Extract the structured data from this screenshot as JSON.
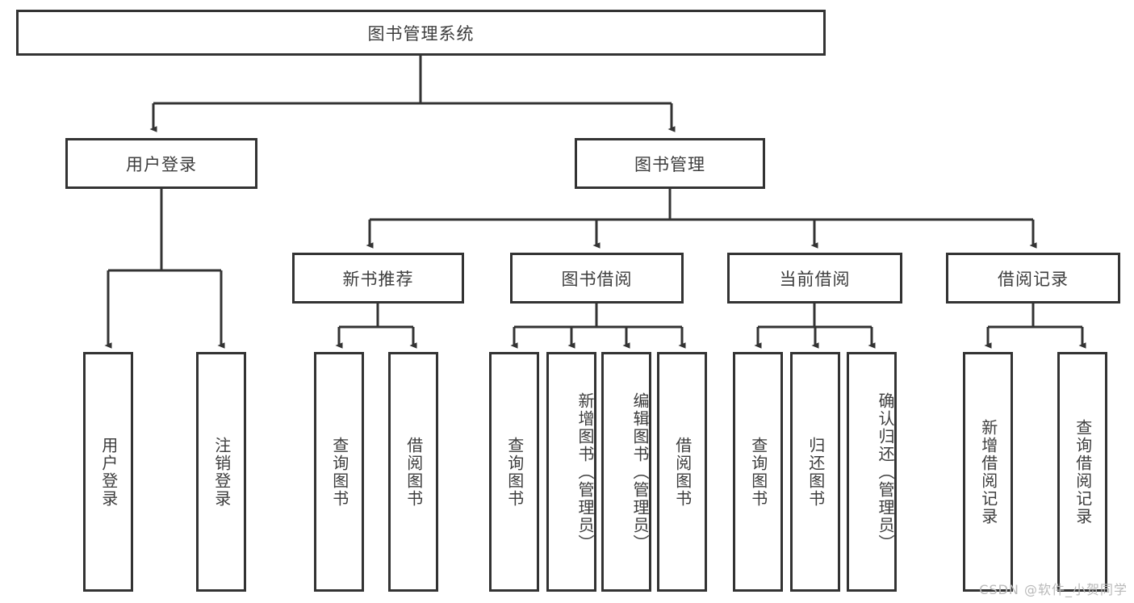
{
  "diagram": {
    "title_node": "图书管理系统",
    "level1": [
      {
        "id": "user-login",
        "label": "用户登录"
      },
      {
        "id": "book-manage",
        "label": "图书管理"
      }
    ],
    "level2": [
      {
        "id": "new-book-recommend",
        "label": "新书推荐"
      },
      {
        "id": "book-borrow",
        "label": "图书借阅"
      },
      {
        "id": "current-borrow",
        "label": "当前借阅"
      },
      {
        "id": "borrow-record",
        "label": "借阅记录"
      }
    ],
    "leaves": {
      "user_login": [
        {
          "id": "leaf-user-login",
          "label": "用户登录"
        },
        {
          "id": "leaf-logout-login",
          "label": "注销登录"
        }
      ],
      "new_book_recommend": [
        {
          "id": "leaf-query-book-1",
          "label": "查询图书"
        },
        {
          "id": "leaf-borrow-book-1",
          "label": "借阅图书"
        }
      ],
      "book_borrow": [
        {
          "id": "leaf-query-book-2",
          "label": "查询图书"
        },
        {
          "id": "leaf-add-book",
          "label": "新增图书（管理员）"
        },
        {
          "id": "leaf-edit-book",
          "label": "编辑图书（管理员）"
        },
        {
          "id": "leaf-borrow-book-2",
          "label": "借阅图书"
        }
      ],
      "current_borrow": [
        {
          "id": "leaf-query-book-3",
          "label": "查询图书"
        },
        {
          "id": "leaf-return-book",
          "label": "归还图书"
        },
        {
          "id": "leaf-confirm-return",
          "label": "确认归还（管理员）"
        }
      ],
      "borrow_record": [
        {
          "id": "leaf-add-record",
          "label": "新增借阅记录"
        },
        {
          "id": "leaf-query-record",
          "label": "查询借阅记录"
        }
      ]
    },
    "colors": {
      "border": "#333333",
      "text": "#3d3d3d",
      "background": "#ffffff",
      "watermark": "#b9b9b9"
    }
  },
  "watermark": {
    "text": "CSDN @软件_小贺同学"
  }
}
